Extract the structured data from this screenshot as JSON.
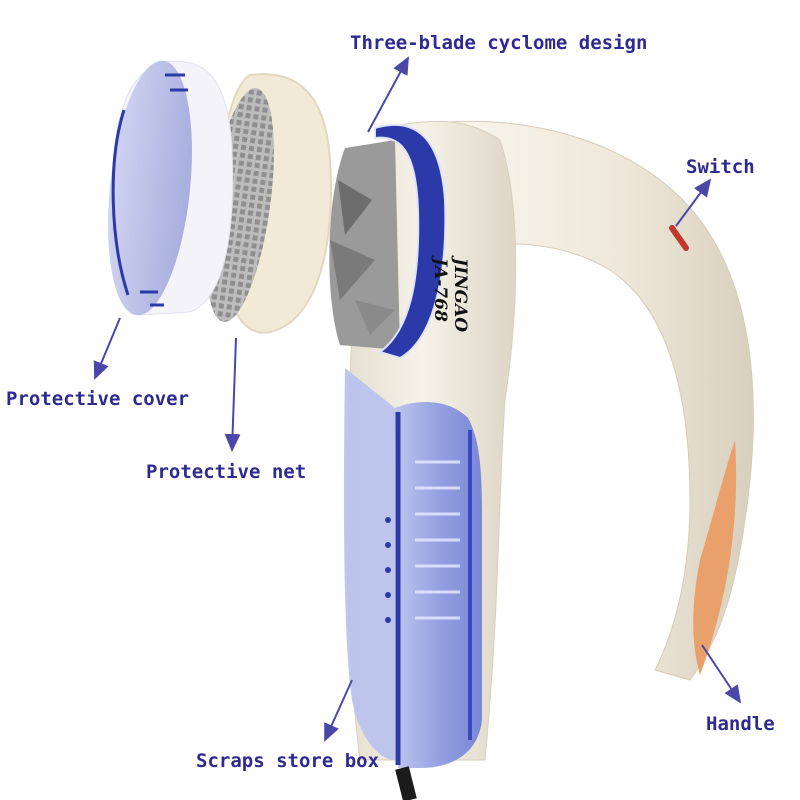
{
  "diagram": {
    "subject": "Electric lint shaver exploded view",
    "colors": {
      "label_text": "#2e2a8f",
      "arrow": "#4a47a8",
      "body_cream": "#f1ebde",
      "accent_blue": "#2b3aa8",
      "translucent_blue": "#8e9be3",
      "handle_orange": "#e9a06a",
      "switch_red": "#c0392b",
      "cord_black": "#1b1b1b"
    },
    "product_marking": {
      "brand": "JINGAO",
      "model": "JA-768"
    },
    "labels": [
      {
        "id": "blade",
        "text": "Three-blade cyclome design"
      },
      {
        "id": "switch",
        "text": "Switch"
      },
      {
        "id": "cover",
        "text": "Protective cover"
      },
      {
        "id": "net",
        "text": "Protective net"
      },
      {
        "id": "box",
        "text": "Scraps store box"
      },
      {
        "id": "handle",
        "text": "Handle"
      }
    ]
  }
}
